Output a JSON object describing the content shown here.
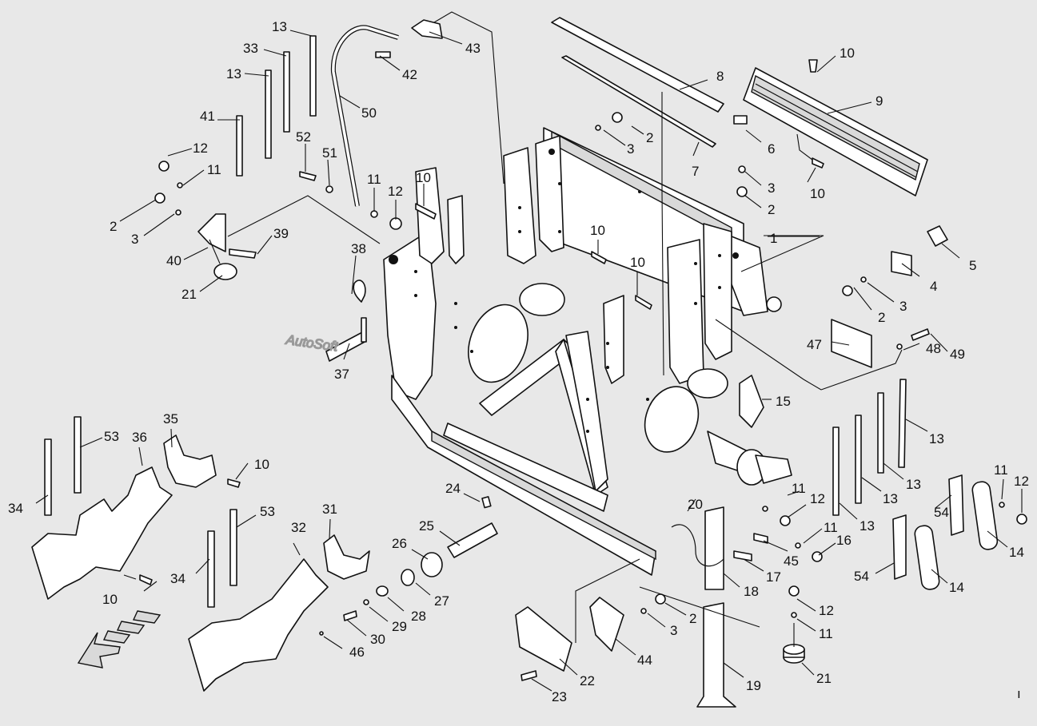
{
  "watermark": "AutoSoft",
  "callouts": [
    "1",
    "2",
    "3",
    "4",
    "5",
    "6",
    "7",
    "8",
    "9",
    "10",
    "11",
    "12",
    "13",
    "14",
    "15",
    "16",
    "17",
    "18",
    "19",
    "20",
    "21",
    "22",
    "23",
    "24",
    "25",
    "26",
    "27",
    "28",
    "29",
    "30",
    "31",
    "32",
    "33",
    "34",
    "35",
    "36",
    "37",
    "38",
    "39",
    "40",
    "41",
    "42",
    "43",
    "44",
    "45",
    "46",
    "47",
    "48",
    "49",
    "50",
    "51",
    "52",
    "53",
    "54"
  ],
  "corner_mark": "ı"
}
